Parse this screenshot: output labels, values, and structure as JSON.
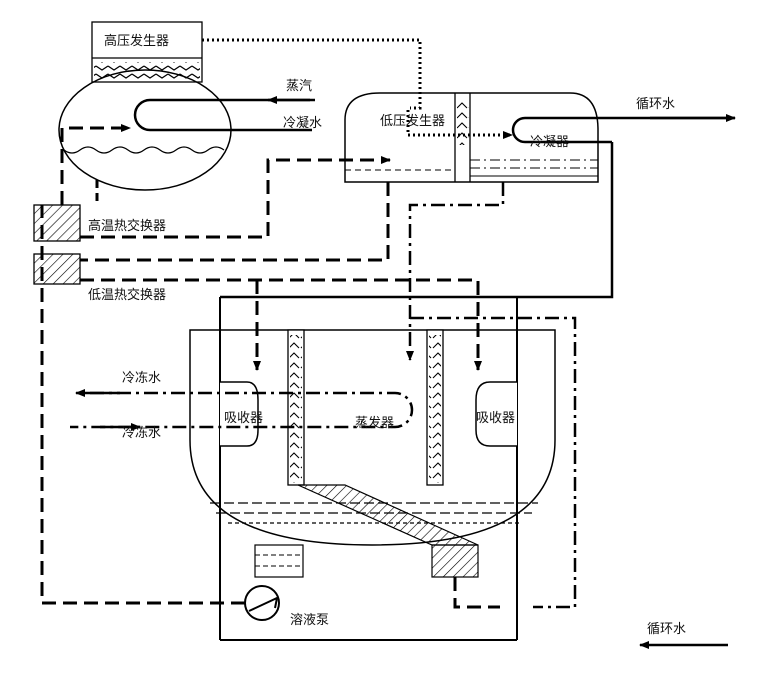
{
  "labels": {
    "high_pressure_generator": "高压发生器",
    "steam": "蒸汽",
    "condensate": "冷凝水",
    "low_pressure_generator": "低压发生器",
    "condenser": "冷凝器",
    "cooling_water_out": "循环水",
    "cooling_water_in": "循环水",
    "high_temp_heat_exchanger": "高温热交换器",
    "low_temp_heat_exchanger": "低温热交换器",
    "chilled_water_out": "冷冻水",
    "chilled_water_in": "冷冻水",
    "absorber_left": "吸收器",
    "evaporator": "蒸发器",
    "absorber_right": "吸收器",
    "solution_pump": "溶液泵"
  },
  "colors": {
    "line": "#000000",
    "background": "#ffffff"
  },
  "icons": [
    "pump-icon",
    "heat-exchanger-icon",
    "zigzag-coil-icon"
  ]
}
